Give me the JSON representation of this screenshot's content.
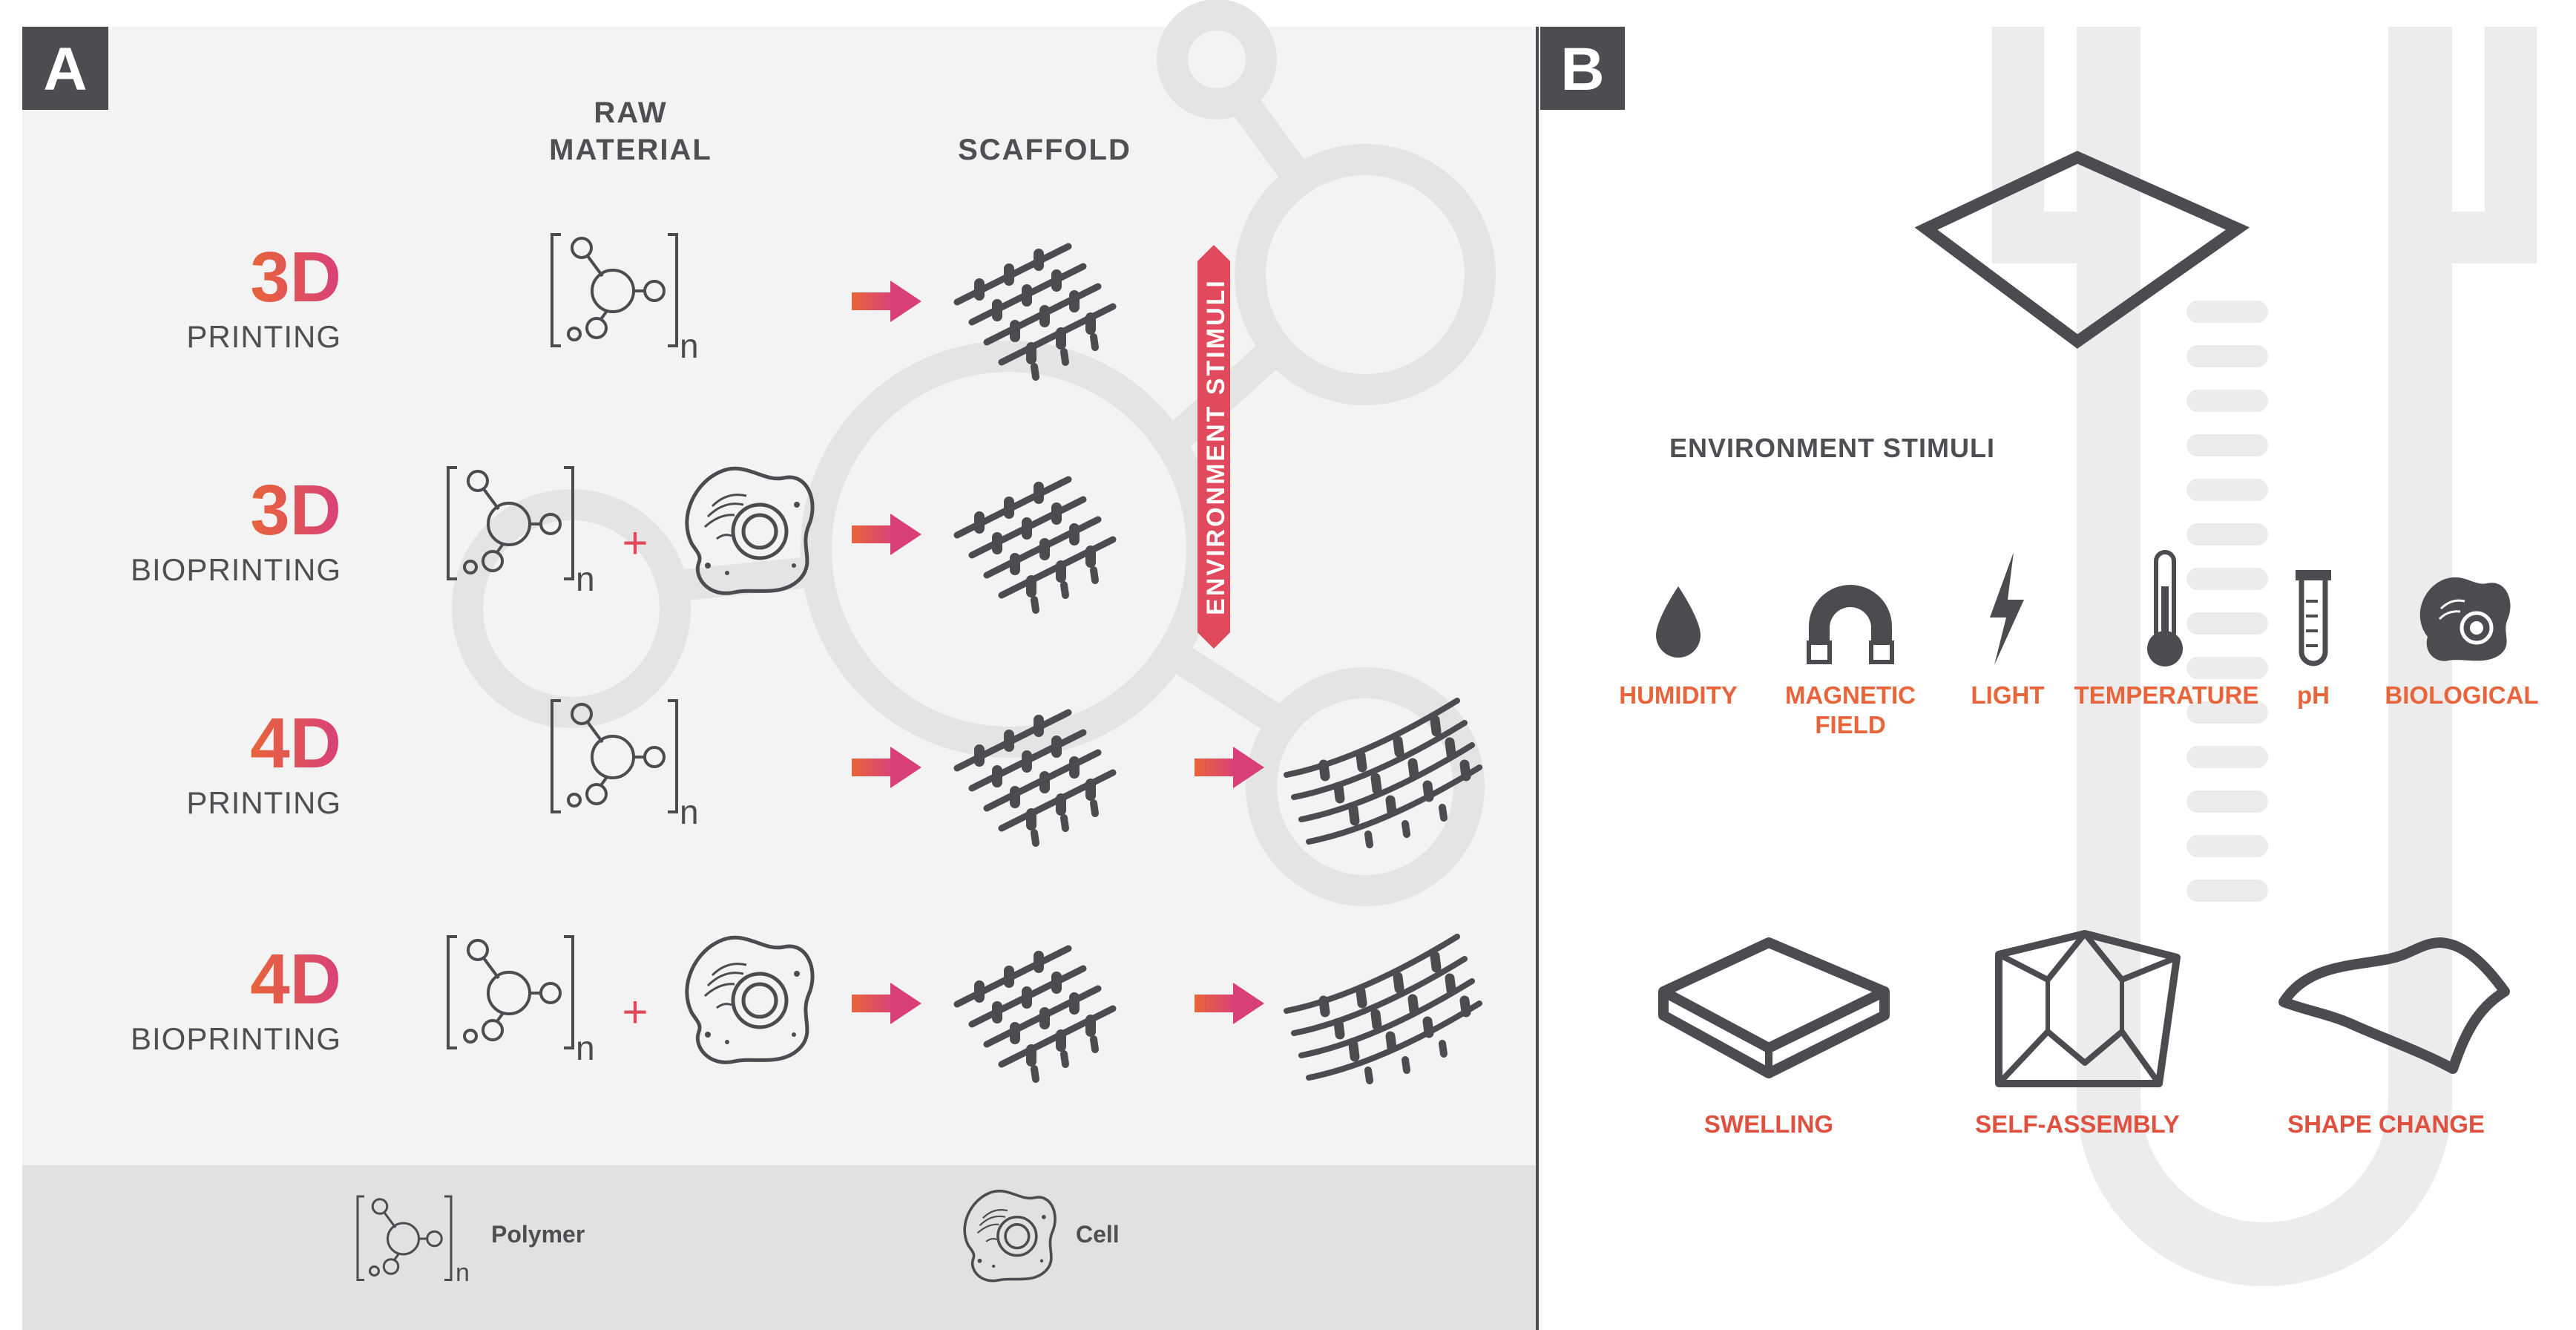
{
  "colors": {
    "background_a": "#f3f3f3",
    "legend_bg": "#e1e1e1",
    "watermark": "#e4e4e4",
    "panel_label_bg": "#4b4d51",
    "icon_dark": "#4a4c50",
    "text_gray": "#4d4f53",
    "accent_orange": "#e8643a",
    "accent_pink": "#d9407a",
    "divider": "#4b4d51"
  },
  "panel_a": {
    "label": "A",
    "column_headers": {
      "raw_material_line1": "RAW",
      "raw_material_line2": "MATERIAL",
      "scaffold": "SCAFFOLD"
    },
    "stimuli_bar_label": "ENVIRONMENT STIMULI",
    "polymer_subscript": "n",
    "plus_sign": "+",
    "rows": [
      {
        "big": "3D",
        "small": "PRINTING",
        "cells": false,
        "deformed": false
      },
      {
        "big": "3D",
        "small": "BIOPRINTING",
        "cells": true,
        "deformed": false
      },
      {
        "big": "4D",
        "small": "PRINTING",
        "cells": false,
        "deformed": true
      },
      {
        "big": "4D",
        "small": "BIOPRINTING",
        "cells": true,
        "deformed": true
      }
    ],
    "legend": {
      "polymer_label": "Polymer",
      "cell_label": "Cell"
    }
  },
  "panel_b": {
    "label": "B",
    "stimuli_header": "ENVIRONMENT STIMULI",
    "stimuli": [
      {
        "icon": "water-drop-icon",
        "line1": "HUMIDITY",
        "line2": ""
      },
      {
        "icon": "magnet-icon",
        "line1": "MAGNETIC",
        "line2": "FIELD"
      },
      {
        "icon": "lightning-icon",
        "line1": "LIGHT",
        "line2": ""
      },
      {
        "icon": "thermometer-icon",
        "line1": "TEMPERATURE",
        "line2": ""
      },
      {
        "icon": "test-tube-icon",
        "line1": "pH",
        "line2": ""
      },
      {
        "icon": "cell-icon",
        "line1": "BIOLOGICAL",
        "line2": ""
      }
    ],
    "responses": [
      {
        "icon": "swelling-icon",
        "label": "SWELLING"
      },
      {
        "icon": "self-assembly-icon",
        "label": "SELF-ASSEMBLY"
      },
      {
        "icon": "shape-change-icon",
        "label": "SHAPE CHANGE"
      }
    ]
  }
}
